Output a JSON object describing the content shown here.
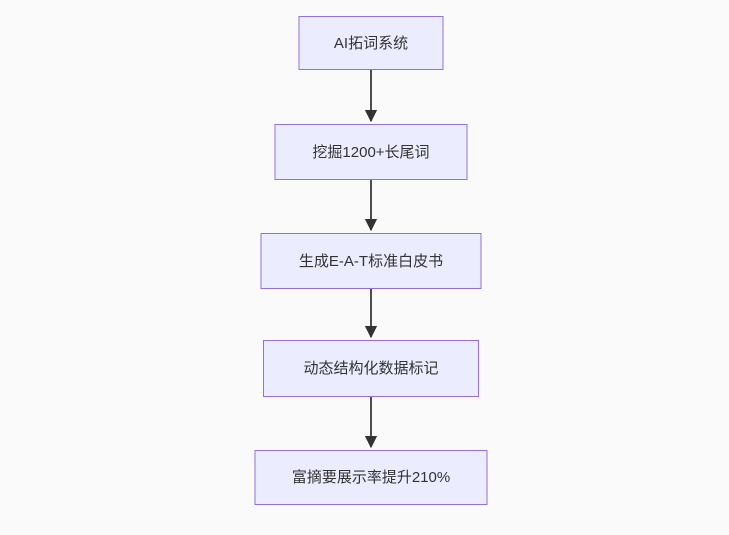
{
  "diagram": {
    "type": "flowchart",
    "direction": "top-down",
    "nodes": [
      {
        "id": "n1",
        "label": "AI拓词系统"
      },
      {
        "id": "n2",
        "label": "挖掘1200+长尾词"
      },
      {
        "id": "n3",
        "label": "生成E-A-T标准白皮书"
      },
      {
        "id": "n4",
        "label": "动态结构化数据标记"
      },
      {
        "id": "n5",
        "label": "富摘要展示率提升210%"
      }
    ],
    "edges": [
      {
        "from": "n1",
        "to": "n2"
      },
      {
        "from": "n2",
        "to": "n3"
      },
      {
        "from": "n3",
        "to": "n4"
      },
      {
        "from": "n4",
        "to": "n5"
      }
    ],
    "colors": {
      "background": "#fafafa",
      "node_fill": "#ECECFF",
      "node_border": "#9370DB",
      "arrow": "#333333",
      "text": "#333333"
    }
  }
}
